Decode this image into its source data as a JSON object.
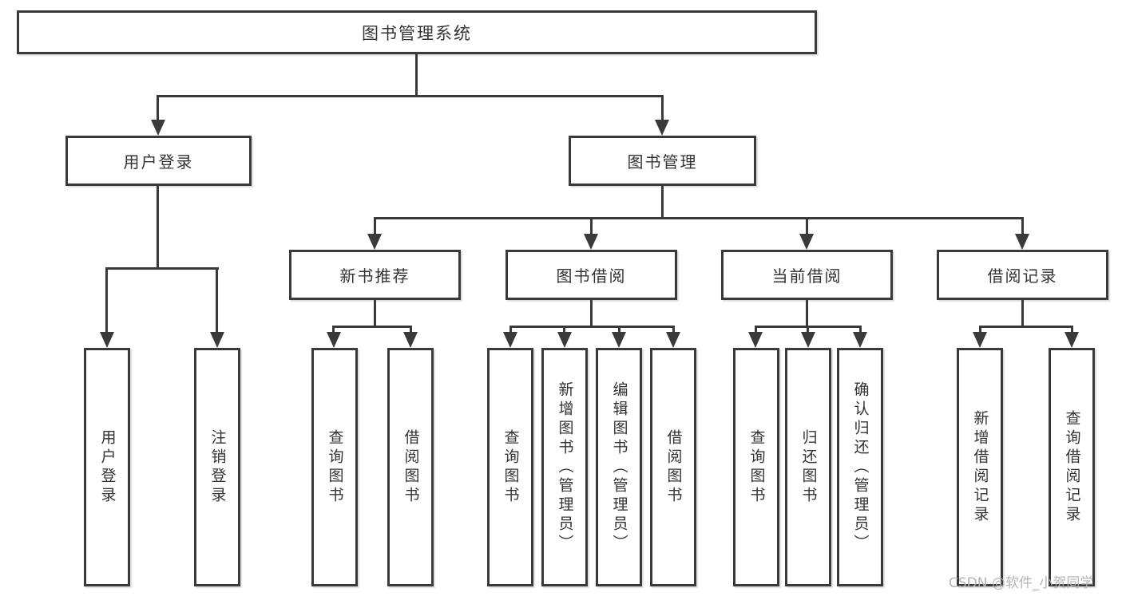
{
  "diagram": {
    "root": {
      "label": "图书管理系统"
    },
    "level2": [
      {
        "label": "用户登录"
      },
      {
        "label": "图书管理"
      }
    ],
    "level3": [
      {
        "label": "新书推荐",
        "parent": "图书管理"
      },
      {
        "label": "图书借阅",
        "parent": "图书管理"
      },
      {
        "label": "当前借阅",
        "parent": "图书管理"
      },
      {
        "label": "借阅记录",
        "parent": "图书管理"
      }
    ],
    "leaves": [
      {
        "label": "用户登录",
        "parent": "用户登录"
      },
      {
        "label": "注销登录",
        "parent": "用户登录"
      },
      {
        "label": "查询图书",
        "parent": "新书推荐"
      },
      {
        "label": "借阅图书",
        "parent": "新书推荐"
      },
      {
        "label": "查询图书",
        "parent": "图书借阅"
      },
      {
        "label": "新增图书（管理员）",
        "parent": "图书借阅"
      },
      {
        "label": "编辑图书（管理员）",
        "parent": "图书借阅"
      },
      {
        "label": "借阅图书",
        "parent": "图书借阅"
      },
      {
        "label": "查询图书",
        "parent": "当前借阅"
      },
      {
        "label": "归还图书",
        "parent": "当前借阅"
      },
      {
        "label": "确认归还（管理员）",
        "parent": "当前借阅"
      },
      {
        "label": "新增借阅记录",
        "parent": "借阅记录"
      },
      {
        "label": "查询借阅记录",
        "parent": "借阅记录"
      }
    ]
  },
  "watermark": {
    "text": "CSDN @软件_小贺同学"
  },
  "colors": {
    "line": "#3a3a3a",
    "text": "#333333",
    "watermark": "#b5b5b5",
    "background": "#ffffff"
  }
}
